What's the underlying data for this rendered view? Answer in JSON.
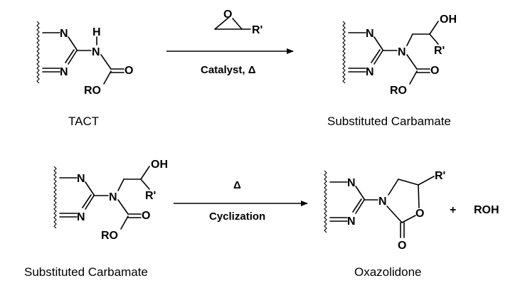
{
  "reaction1": {
    "reagent_label": "R'",
    "reagent_O": "O",
    "condition": "Catalyst, Δ",
    "reactant": {
      "N1": "N",
      "N2": "N",
      "H": "H",
      "N3": "N",
      "O": "O",
      "RO": "RO"
    },
    "product": {
      "N1": "N",
      "N2": "N",
      "N3": "N",
      "OH": "OH",
      "R": "R'",
      "O": "O",
      "RO": "RO"
    },
    "caption_left": "TACT",
    "caption_right": "Substituted Carbamate"
  },
  "reaction2": {
    "condition_top": "Δ",
    "condition_bottom": "Cyclization",
    "reactant": {
      "N1": "N",
      "N2": "N",
      "N3": "N",
      "OH": "OH",
      "R": "R'",
      "O": "O",
      "RO": "RO"
    },
    "product": {
      "N1": "N",
      "N2": "N",
      "N3": "N",
      "R": "R'",
      "O_ring": "O",
      "O_carbonyl": "O"
    },
    "plus": "+",
    "byproduct": "ROH",
    "caption_left": "Substituted Carbamate",
    "caption_right": "Oxazolidone"
  }
}
